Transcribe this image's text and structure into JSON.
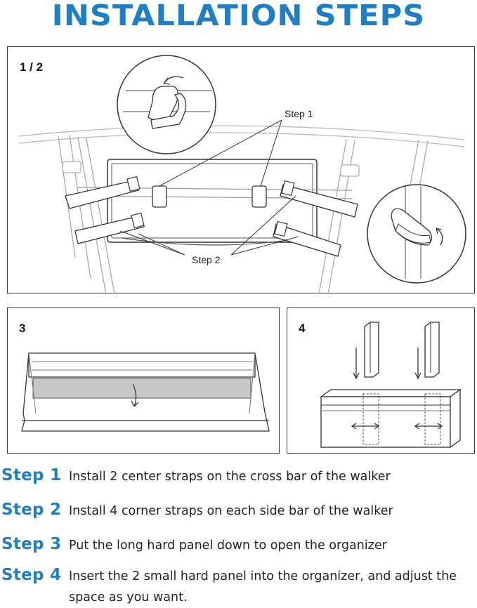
{
  "colors": {
    "accent": "#1f7fc4",
    "line": "#333333",
    "gray_band": "#c8c8c8"
  },
  "title": "INSTALLATION STEPS",
  "panels": {
    "top": {
      "label": "1 / 2",
      "callout_step1": "Step 1",
      "callout_step2": "Step 2"
    },
    "left": {
      "label": "3"
    },
    "right": {
      "label": "4"
    }
  },
  "steps": [
    {
      "head": "Step 1",
      "text": "Install 2 center straps on the cross bar of the walker"
    },
    {
      "head": "Step 2",
      "text": "Install 4 corner straps on each side bar of the walker"
    },
    {
      "head": "Step 3",
      "text": "Put the long hard panel down to open the organizer"
    },
    {
      "head": "Step 4",
      "text": "Insert the 2 small hard panel into the organizer, and adjust the space as you want."
    }
  ]
}
